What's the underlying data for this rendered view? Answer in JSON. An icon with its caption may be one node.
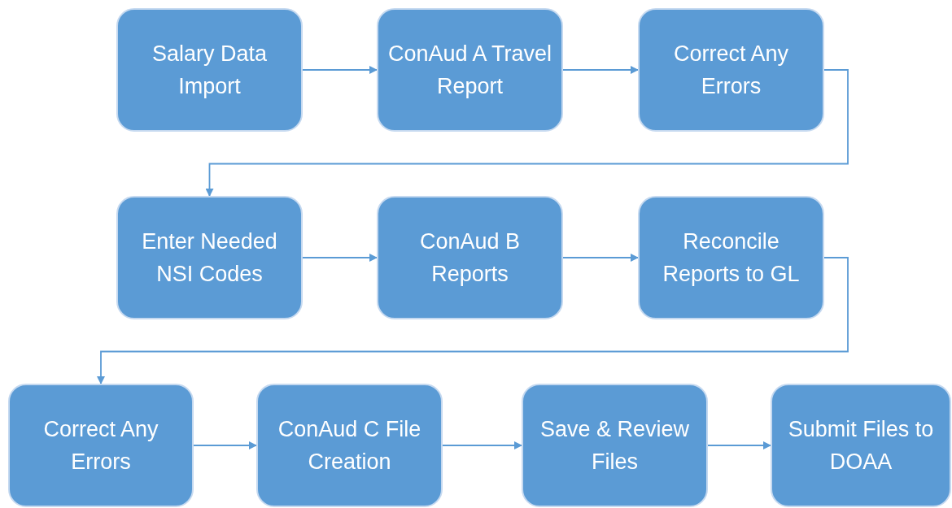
{
  "diagram": {
    "nodes": [
      {
        "text": [
          "Salary Data Import"
        ]
      },
      {
        "text": [
          "ConAud A Travel Report"
        ]
      },
      {
        "text": [
          "Correct Any Errors"
        ]
      },
      {
        "text": [
          "Enter Needed NSI Codes"
        ]
      },
      {
        "text": [
          "ConAud B Reports"
        ]
      },
      {
        "text": [
          "Reconcile Reports to GL"
        ]
      },
      {
        "text": [
          "Correct Any Errors"
        ]
      },
      {
        "text": [
          "ConAud C File Creation"
        ]
      },
      {
        "text": [
          "Save & Review Files"
        ]
      },
      {
        "text": [
          "Submit Files to DOAA"
        ]
      }
    ],
    "edges": [
      {
        "from": 0,
        "to": 1,
        "arrow": "to"
      },
      {
        "from": 1,
        "to": 2,
        "arrow": "to"
      },
      {
        "from": 2,
        "to": 3,
        "arrow": "to"
      },
      {
        "from": 3,
        "to": 4,
        "arrow": "to"
      },
      {
        "from": 4,
        "to": 5,
        "arrow": "to"
      },
      {
        "from": 5,
        "to": 6,
        "arrow": "to"
      },
      {
        "from": 6,
        "to": 7,
        "arrow": "to"
      },
      {
        "from": 7,
        "to": 8,
        "arrow": "to"
      },
      {
        "from": 8,
        "to": 9,
        "arrow": "to"
      }
    ]
  }
}
